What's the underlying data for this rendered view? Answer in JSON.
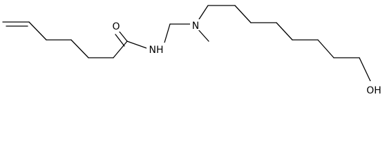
{
  "molecule": {
    "atoms": {
      "oxygen": "O",
      "amide_nitrogen": "NH",
      "amine_nitrogen": "N",
      "hydroxyl": "OH"
    }
  }
}
